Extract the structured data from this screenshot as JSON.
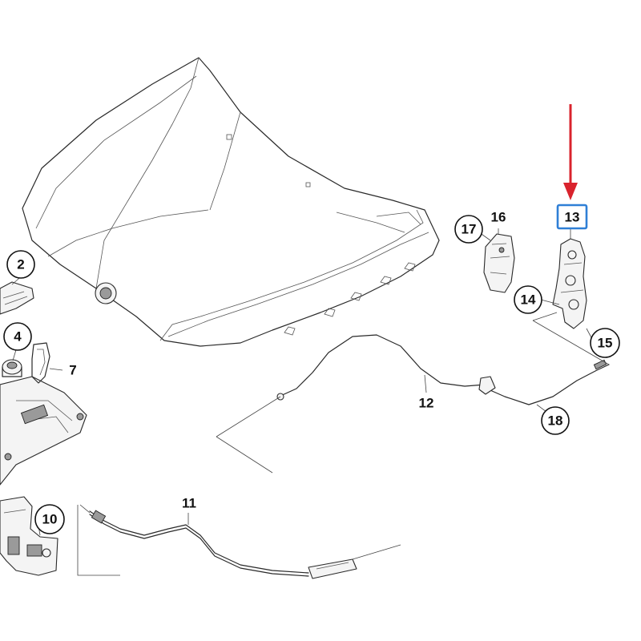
{
  "callouts": {
    "c2": "2",
    "c4": "4",
    "c7": "7",
    "c10": "10",
    "c11": "11",
    "c12": "12",
    "c13": "13",
    "c14": "14",
    "c15": "15",
    "c16": "16",
    "c17": "17",
    "c18": "18"
  },
  "highlight": {
    "label": "13",
    "box_color": "#2f7fd6",
    "arrow_color": "#d9232d"
  },
  "icons": {
    "arrow": "arrow-down-icon"
  }
}
